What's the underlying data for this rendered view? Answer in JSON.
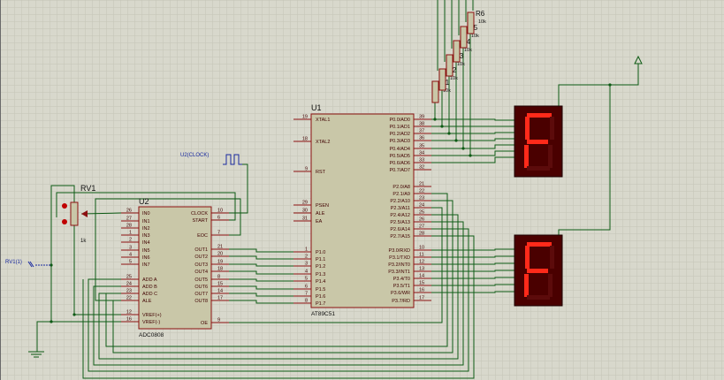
{
  "u1": {
    "ref": "U1",
    "part": "AT89C51",
    "left_pins": [
      {
        "num": "19",
        "name": "XTAL1"
      },
      {
        "num": "18",
        "name": "XTAL2"
      },
      {
        "num": "9",
        "name": "RST"
      },
      {
        "num": "29",
        "name": "PSEN"
      },
      {
        "num": "30",
        "name": "ALE"
      },
      {
        "num": "31",
        "name": "EA"
      },
      {
        "num": "1",
        "name": "P1.0"
      },
      {
        "num": "2",
        "name": "P1.1"
      },
      {
        "num": "3",
        "name": "P1.2"
      },
      {
        "num": "4",
        "name": "P1.3"
      },
      {
        "num": "5",
        "name": "P1.4"
      },
      {
        "num": "6",
        "name": "P1.5"
      },
      {
        "num": "7",
        "name": "P1.6"
      },
      {
        "num": "8",
        "name": "P1.7"
      }
    ],
    "right_pins": [
      {
        "num": "39",
        "name": "P0.0/AD0"
      },
      {
        "num": "38",
        "name": "P0.1/AD1"
      },
      {
        "num": "37",
        "name": "P0.2/AD2"
      },
      {
        "num": "36",
        "name": "P0.3/AD3"
      },
      {
        "num": "35",
        "name": "P0.4/AD4"
      },
      {
        "num": "34",
        "name": "P0.5/AD5"
      },
      {
        "num": "33",
        "name": "P0.6/AD6"
      },
      {
        "num": "32",
        "name": "P0.7/AD7"
      },
      {
        "num": "21",
        "name": "P2.0/A8"
      },
      {
        "num": "22",
        "name": "P2.1/A9"
      },
      {
        "num": "23",
        "name": "P2.2/A10"
      },
      {
        "num": "24",
        "name": "P2.3/A11"
      },
      {
        "num": "25",
        "name": "P2.4/A12"
      },
      {
        "num": "26",
        "name": "P2.5/A13"
      },
      {
        "num": "27",
        "name": "P2.6/A14"
      },
      {
        "num": "28",
        "name": "P2.7/A15"
      },
      {
        "num": "10",
        "name": "P3.0/RXD"
      },
      {
        "num": "11",
        "name": "P3.1/TXD"
      },
      {
        "num": "12",
        "name": "P3.2/INT0"
      },
      {
        "num": "13",
        "name": "P3.3/INT1"
      },
      {
        "num": "14",
        "name": "P3.4/T0"
      },
      {
        "num": "15",
        "name": "P3.5/T1"
      },
      {
        "num": "16",
        "name": "P3.6/WR"
      },
      {
        "num": "17",
        "name": "P3.7/RD"
      }
    ]
  },
  "u2": {
    "ref": "U2",
    "part": "ADC0808",
    "left_pins": [
      {
        "num": "26",
        "name": "IN0"
      },
      {
        "num": "27",
        "name": "IN1"
      },
      {
        "num": "28",
        "name": "IN2"
      },
      {
        "num": "1",
        "name": "IN3"
      },
      {
        "num": "2",
        "name": "IN4"
      },
      {
        "num": "3",
        "name": "IN5"
      },
      {
        "num": "4",
        "name": "IN6"
      },
      {
        "num": "5",
        "name": "IN7"
      },
      {
        "num": "25",
        "name": "ADD A"
      },
      {
        "num": "24",
        "name": "ADD B"
      },
      {
        "num": "23",
        "name": "ADD C"
      },
      {
        "num": "22",
        "name": "ALE"
      },
      {
        "num": "12",
        "name": "VREF(+)"
      },
      {
        "num": "16",
        "name": "VREF(-)"
      }
    ],
    "right_pins": [
      {
        "num": "10",
        "name": "CLOCK"
      },
      {
        "num": "6",
        "name": "START"
      },
      {
        "num": "7",
        "name": "EOC"
      },
      {
        "num": "21",
        "name": "OUT1"
      },
      {
        "num": "20",
        "name": "OUT2"
      },
      {
        "num": "19",
        "name": "OUT3"
      },
      {
        "num": "18",
        "name": "OUT4"
      },
      {
        "num": "8",
        "name": "OUT5"
      },
      {
        "num": "15",
        "name": "OUT6"
      },
      {
        "num": "14",
        "name": "OUT7"
      },
      {
        "num": "17",
        "name": "OUT8"
      },
      {
        "num": "9",
        "name": "OE"
      }
    ]
  },
  "rv1": {
    "ref": "RV1",
    "value": "1k"
  },
  "clock_label": "U2(CLOCK)",
  "probe_label": "RV1(1)",
  "resistors": [
    {
      "ref": "R1",
      "value": "10k"
    },
    {
      "ref": "R2",
      "value": "10k"
    },
    {
      "ref": "R3",
      "value": "10k"
    },
    {
      "ref": "R4",
      "value": "10k"
    },
    {
      "ref": "R5",
      "value": "10k"
    },
    {
      "ref": "R6",
      "value": "10k"
    }
  ],
  "displays": [
    {
      "digit": "F",
      "segment_color": "#ff2a1a"
    },
    {
      "digit": "F",
      "segment_color": "#ff2a1a"
    }
  ],
  "colors": {
    "background": "#d8d8cc",
    "grid": "#c4c4b6",
    "wire": "#0d5a14",
    "component_border": "#8b1010",
    "component_fill": "#c9c7a8",
    "pin_text": "#400000",
    "label_text": "#101010",
    "display_body": "#4a0000",
    "probe_blue": "#1a2aa0",
    "pot_red": "#c00000"
  }
}
